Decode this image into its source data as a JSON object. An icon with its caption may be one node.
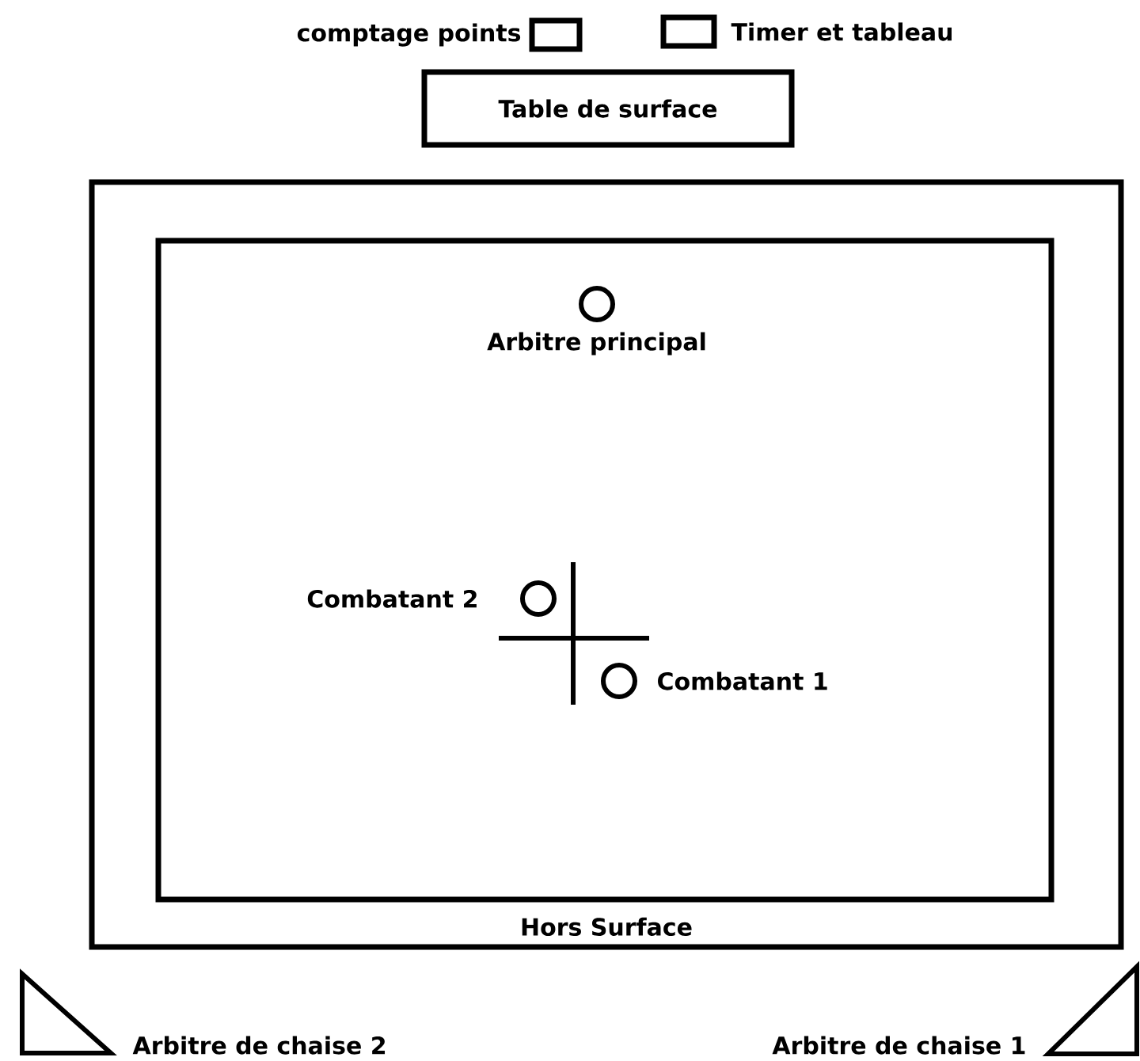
{
  "diagram": {
    "nodes": [
      {
        "text": [
          "Hors Surface"
        ]
      },
      {
        "text": [],
        "shape": "box",
        "in": 0
      },
      {
        "text": [],
        "shape": "circle",
        "in": 1,
        "beside": [
          "Arbitre principal"
        ]
      },
      {
        "text": [],
        "shape": "circle",
        "in": 1,
        "beside": [
          "Combatant 2"
        ]
      },
      {
        "text": [],
        "shape": "circle",
        "in": 1,
        "beside": [
          "Combatant 1"
        ]
      },
      {
        "text": [],
        "shape": "box",
        "beside": [
          "comptage points"
        ]
      },
      {
        "text": [],
        "shape": "box",
        "beside": [
          "Timer et tableau"
        ]
      },
      {
        "text": [
          "Table de surface"
        ]
      },
      {
        "text": [],
        "shape": "triangle",
        "beside": [
          "Arbitre de chaise 2"
        ]
      },
      {
        "text": [],
        "shape": "triangle",
        "beside": [
          "Arbitre de chaise 1"
        ]
      }
    ],
    "edges": []
  }
}
